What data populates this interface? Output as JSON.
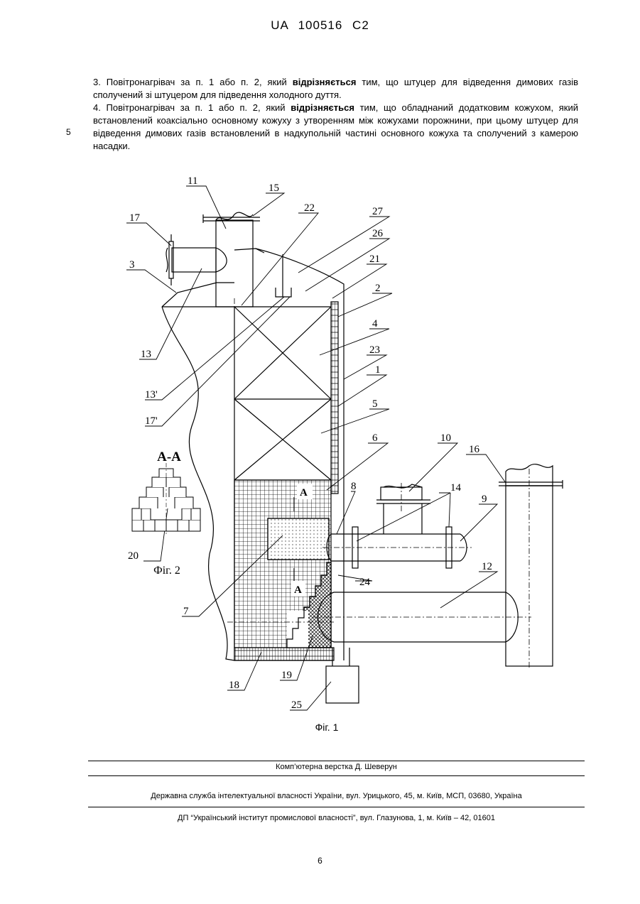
{
  "header": {
    "patent_number": "UA  100516  C2"
  },
  "claims": {
    "claim3": {
      "prefix": "3. Повітронагрівач за п. 1 або п. 2, який ",
      "bold": "відрізняється",
      "suffix": " тим, що штуцер для відведення димових газів сполучений зі штуцером для підведення холодного дуття."
    },
    "claim4": {
      "prefix": "4. Повітронагрівач за п. 1 або п. 2, який ",
      "bold": "відрізняється",
      "suffix": " тим, що обладнаний додатковим кожухом, який встановлений коаксіально основному кожуху з утворенням між кожухами порожнини, при цьому штуцер для відведення димових газів встановлений в надкупольній частині основного кожуха та сполучений з камерою насадки."
    },
    "line_number": "5"
  },
  "figure1": {
    "caption": "Фіг. 1",
    "section_marker": "А",
    "labels": {
      "l11": "11",
      "l15": "15",
      "l22": "22",
      "l27": "27",
      "l17": "17",
      "l26": "26",
      "l3": "3",
      "l21": "21",
      "l2": "2",
      "l4": "4",
      "l13": "13",
      "l23": "23",
      "l1": "1",
      "l13p": "13'",
      "l5": "5",
      "l17p": "17'",
      "l6": "6",
      "l10": "10",
      "l16": "16",
      "l8": "8",
      "l14": "14",
      "l9": "9",
      "l24": "24",
      "l12": "12",
      "l7": "7",
      "l18": "18",
      "l19": "19",
      "l25": "25"
    }
  },
  "figure2": {
    "title": "А-А",
    "caption": "Фіг. 2",
    "labels": {
      "l20": "20"
    }
  },
  "footer": {
    "layout_credit": "Комп’ютерна верстка Д. Шеверун",
    "agency": "Державна служба інтелектуальної власності України, вул. Урицького, 45, м. Київ, МСП, 03680, Україна",
    "institute": "ДП “Український інститут промислової власності”, вул. Глазунова, 1, м. Київ – 42, 01601"
  },
  "page_number": "6"
}
